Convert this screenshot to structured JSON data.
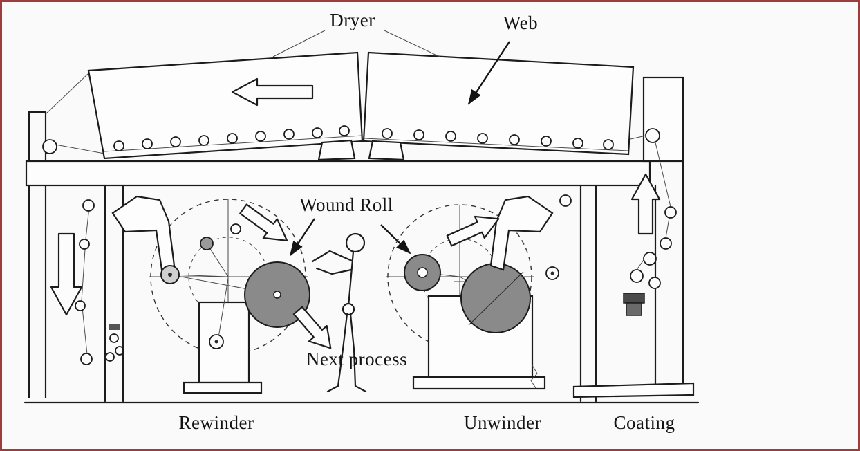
{
  "diagram": {
    "type": "schematic",
    "subject": "web coating, drying and winding machine line",
    "labels": {
      "dryer": "Dryer",
      "web": "Web",
      "wound_roll": "Wound Roll",
      "next_process": "Next process"
    },
    "captions": {
      "rewinder": "Rewinder",
      "unwinder": "Unwinder",
      "coating": "Coating"
    },
    "colors": {
      "background": "#fafafa",
      "line": "#1c1c1c",
      "roll_fill": "#8a8a8a",
      "border": "#9c3d3d"
    }
  }
}
